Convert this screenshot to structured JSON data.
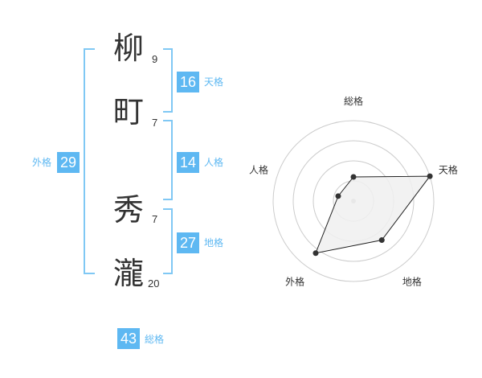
{
  "name": {
    "chars": [
      {
        "char": "柳",
        "strokes": "9"
      },
      {
        "char": "町",
        "strokes": "7"
      },
      {
        "char": "秀",
        "strokes": "7"
      },
      {
        "char": "瀧",
        "strokes": "20"
      }
    ]
  },
  "fortunes": {
    "tenkaku": {
      "value": "16",
      "label": "天格"
    },
    "jinkaku": {
      "value": "14",
      "label": "人格"
    },
    "chikaku": {
      "value": "27",
      "label": "地格"
    },
    "gaikaku": {
      "value": "29",
      "label": "外格"
    },
    "soukaku": {
      "value": "43",
      "label": "総格"
    }
  },
  "chart_data": {
    "type": "radar",
    "axes": [
      "総格",
      "天格",
      "地格",
      "外格",
      "人格"
    ],
    "values": [
      0.3,
      1.0,
      0.6,
      0.8,
      0.2
    ],
    "max": 1.0,
    "rings": 4,
    "colors": {
      "fill": "#f0f0f0",
      "line": "#222222",
      "point": "#333333",
      "grid": "#cccccc"
    }
  }
}
